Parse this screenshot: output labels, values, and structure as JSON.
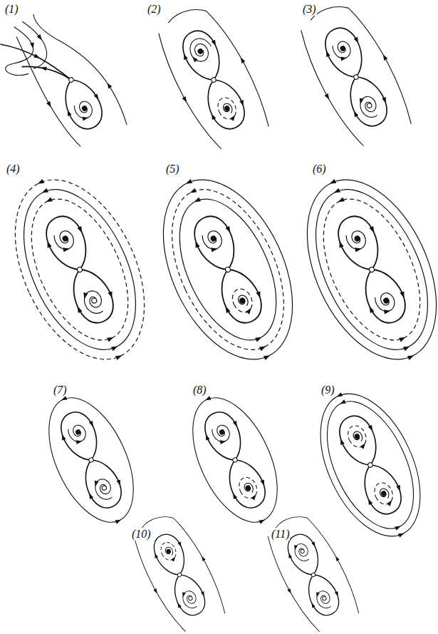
{
  "diagram": {
    "labels": [
      "(1)",
      "(2)",
      "(3)",
      "(4)",
      "(5)",
      "(6)",
      "(7)",
      "(8)",
      "(9)",
      "(10)",
      "(11)"
    ]
  }
}
